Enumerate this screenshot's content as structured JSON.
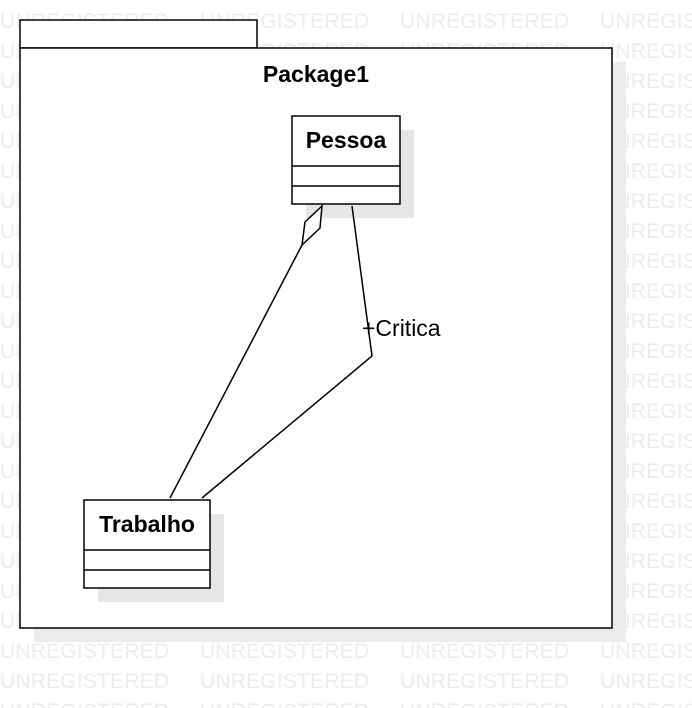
{
  "watermark": "UNREGISTERED",
  "package": {
    "name": "Package1"
  },
  "classes": [
    {
      "name": "Pessoa"
    },
    {
      "name": "Trabalho"
    }
  ],
  "association": {
    "role_label": "+Critica"
  },
  "colors": {
    "stroke": "#000000",
    "fill": "#ffffff",
    "shadow": "#e6e6e6",
    "watermark": "#ececec"
  }
}
